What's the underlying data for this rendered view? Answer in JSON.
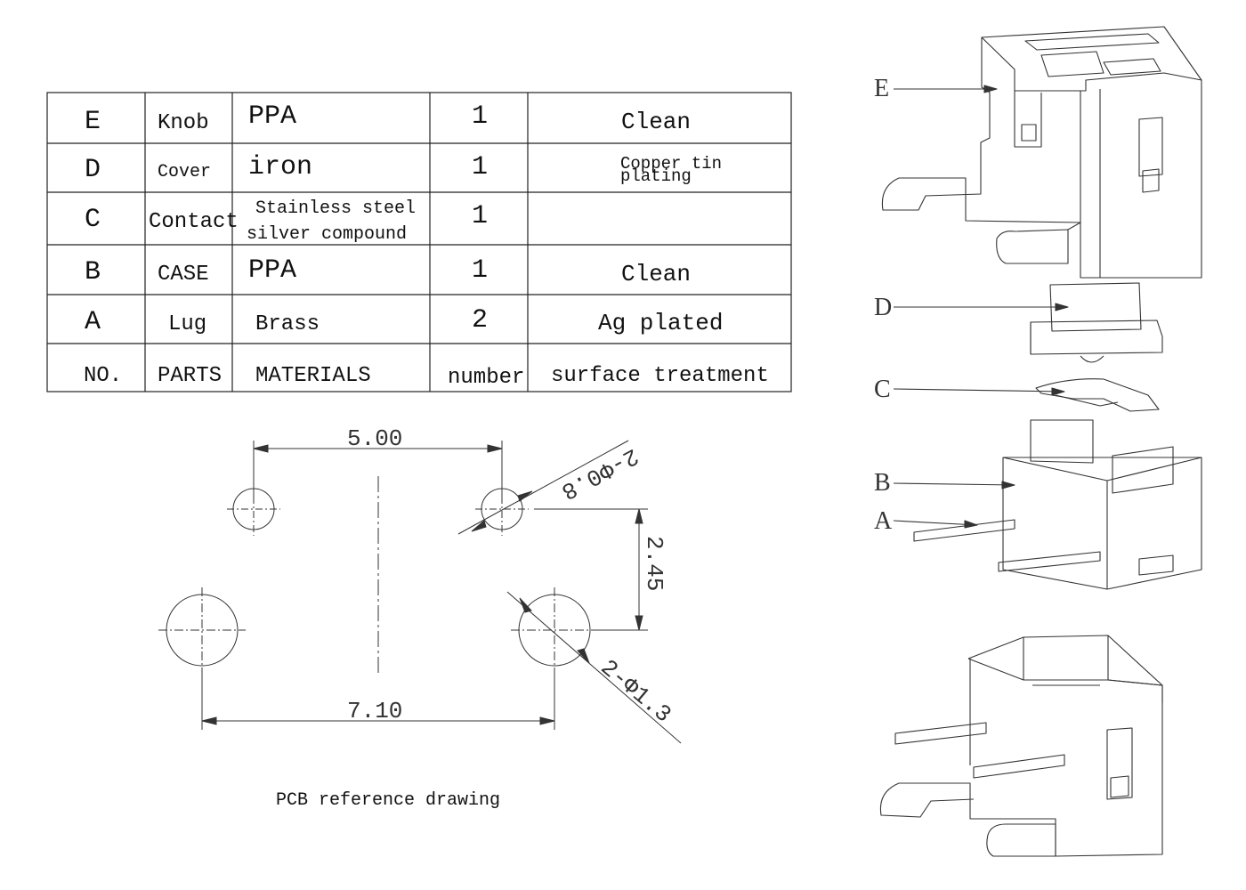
{
  "table": {
    "rows": [
      {
        "no": "E",
        "part": "Knob",
        "material": "PPA",
        "material2": "",
        "number": "1",
        "surface": "Clean",
        "surface2": ""
      },
      {
        "no": "D",
        "part": "Cover",
        "material": "iron",
        "material2": "",
        "number": "1",
        "surface": "Copper tin",
        "surface2": "plating"
      },
      {
        "no": "C",
        "part": "Contact",
        "material": "Stainless steel",
        "material2": "silver compound",
        "number": "1",
        "surface": "",
        "surface2": ""
      },
      {
        "no": "B",
        "part": "CASE",
        "material": "PPA",
        "material2": "",
        "number": "1",
        "surface": "Clean",
        "surface2": ""
      },
      {
        "no": "A",
        "part": "Lug",
        "material": "Brass",
        "material2": "",
        "number": "2",
        "surface": "Ag plated",
        "surface2": ""
      }
    ],
    "header": {
      "no": "NO.",
      "part": "PARTS",
      "material": "MATERIALS",
      "number": "number",
      "surface": "surface treatment"
    }
  },
  "pcb": {
    "dim_top": "5.00",
    "dim_bottom": "7.10",
    "dim_right": "2.45",
    "hole_small": "2-Φ0.8",
    "hole_large": "2-Φ1.3",
    "caption": "PCB reference drawing"
  },
  "exploded": {
    "labels": [
      "E",
      "D",
      "C",
      "B",
      "A"
    ]
  }
}
